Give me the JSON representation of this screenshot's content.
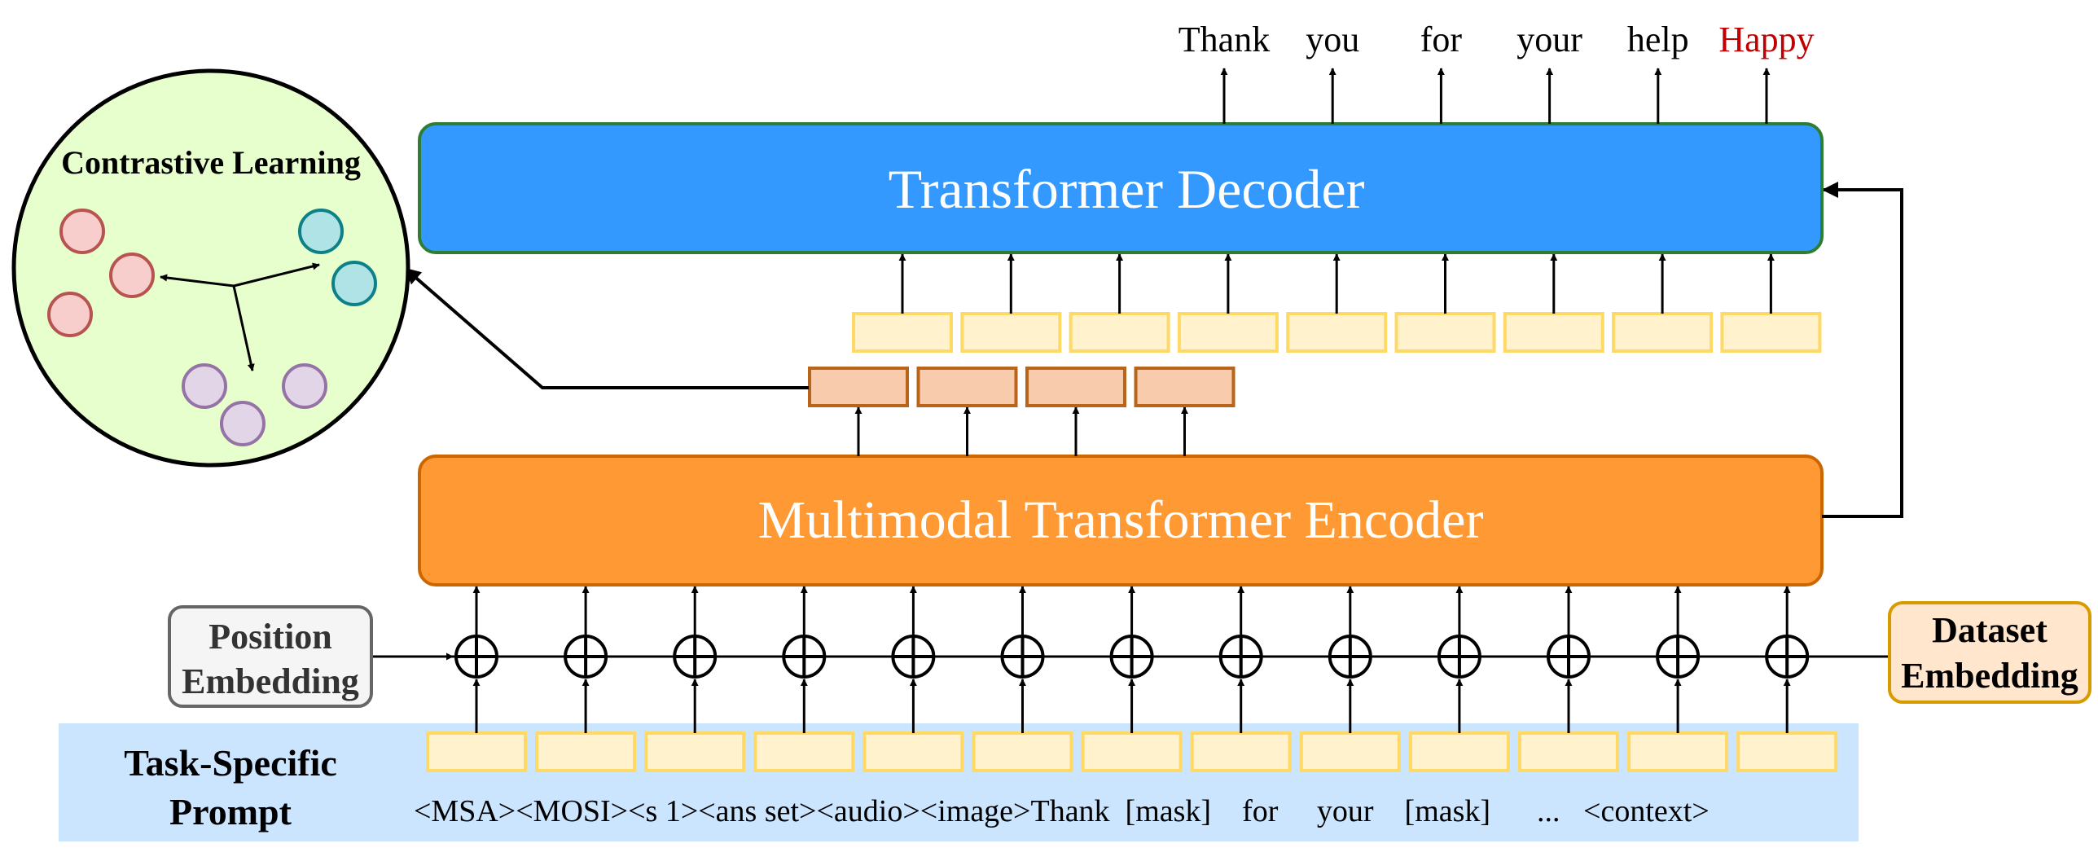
{
  "decoder": {
    "label": "Transformer Decoder"
  },
  "encoder": {
    "label": "Multimodal Transformer Encoder"
  },
  "contrastive": {
    "title": "Contrastive Learning"
  },
  "position_embedding": {
    "line1": "Position",
    "line2": "Embedding"
  },
  "dataset_embedding": {
    "line1": "Dataset",
    "line2": "Embedding"
  },
  "prompt": {
    "line1": "Task-Specific",
    "line2": "Prompt",
    "tokens": "<MSA><MOSI><s 1><ans set><audio><image>Thank  [mask]    for     your    [mask]      ...   <context>"
  },
  "outputs": [
    {
      "text": "Thank"
    },
    {
      "text": "you"
    },
    {
      "text": "for"
    },
    {
      "text": "your"
    },
    {
      "text": "help"
    },
    {
      "text": "Happy"
    }
  ],
  "colors": {
    "decoder_fill": "#3399FF",
    "decoder_border": "#2E7D32",
    "encoder_fill": "#FF9933",
    "encoder_border": "#CC6600",
    "token_fill": "#FFF2CC",
    "token_border": "#FFD966",
    "feature_fill": "#F8CBAD",
    "feature_border": "#B8651B",
    "prompt_band": "#CCE5FF",
    "circle_fill": "#E6FFCC",
    "happy_red": "#C00000",
    "pos_fill": "#F5F5F5",
    "pos_border": "#666666",
    "dataset_fill": "#FFE6CC",
    "dataset_border": "#D79B00"
  }
}
